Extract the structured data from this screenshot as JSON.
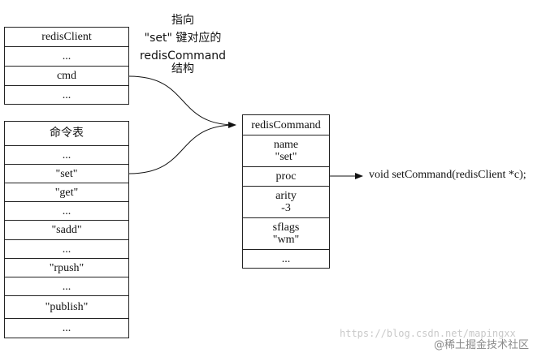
{
  "client_table": {
    "cells": [
      "redisClient",
      "...",
      "cmd",
      "..."
    ]
  },
  "command_table": {
    "cells": [
      "命令表",
      "...",
      "\"set\"",
      "\"get\"",
      "...",
      "\"sadd\"",
      "...",
      "\"rpush\"",
      "...",
      "\"publish\"",
      "..."
    ]
  },
  "redis_command": {
    "cells": [
      "redisCommand",
      "name\n\"set\"",
      "proc",
      "arity\n-3",
      "sflags\n\"wm\"",
      "..."
    ]
  },
  "annotation": {
    "line1": "指向",
    "line2": "\"set\" 键对应的",
    "line3": "redisCommand",
    "line4": "结构"
  },
  "proc_target": "void setCommand(redisClient *c);",
  "watermark": {
    "url": "https://blog.csdn.net/mapingxx",
    "site": "@稀土掘金技术社区"
  }
}
